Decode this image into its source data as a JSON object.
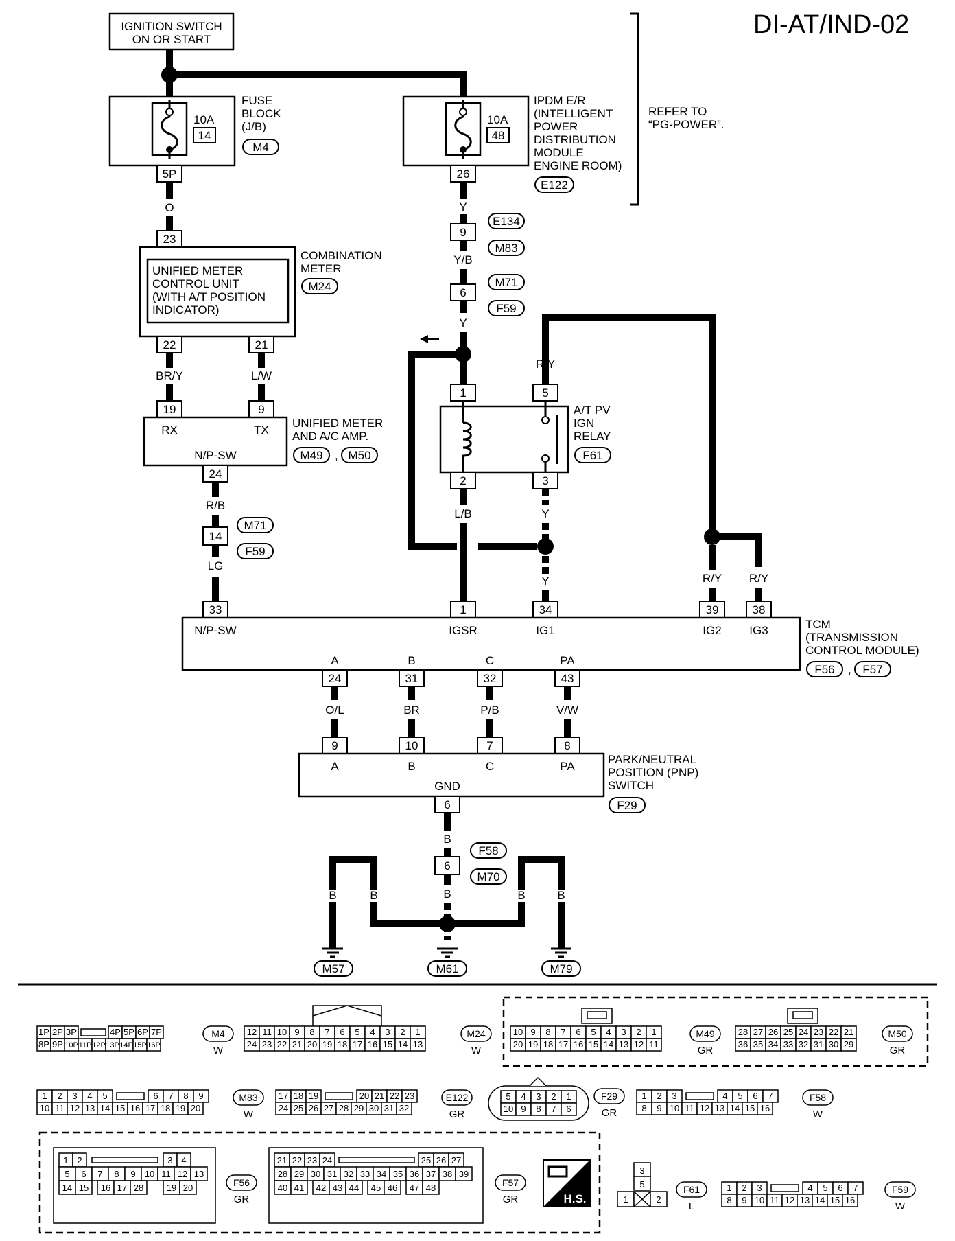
{
  "title": "DI-AT/IND-02",
  "refer": [
    "REFER TO",
    "“PG-POWER”."
  ],
  "ignition": [
    "IGNITION SWITCH",
    "ON OR START"
  ],
  "fuse_block": {
    "label": [
      "FUSE",
      "BLOCK",
      "(J/B)"
    ],
    "amp": "10A",
    "fuse_no": "14",
    "connector": "M4",
    "pin": "5P"
  },
  "ipdm": {
    "label": [
      "IPDM E/R",
      "(INTELLIGENT",
      "POWER",
      "DISTRIBUTION",
      "MODULE",
      "ENGINE ROOM)"
    ],
    "amp": "10A",
    "fuse_no": "48",
    "connector": "E122",
    "pin": "26"
  },
  "combination_meter": {
    "label": [
      "COMBINATION",
      "METER"
    ],
    "connector": "M24",
    "inner": [
      "UNIFIED METER",
      "CONTROL UNIT",
      "(WITH A/T POSITION",
      "INDICATOR)"
    ],
    "pin_in": "23",
    "pin_a": "22",
    "pin_b": "21"
  },
  "unified_amp": {
    "label": [
      "UNIFIED METER",
      "AND A/C AMP."
    ],
    "connectors": [
      "M49",
      "M50"
    ],
    "pin_rx": "19",
    "pin_tx": "9",
    "rx": "RX",
    "tx": "TX",
    "np": "N/P-SW",
    "pin_out": "24"
  },
  "relay": {
    "label": [
      "A/T PV",
      "IGN",
      "RELAY"
    ],
    "connector": "F61",
    "pins": [
      "1",
      "5",
      "2",
      "3"
    ]
  },
  "tcm": {
    "label": [
      "TCM",
      "(TRANSMISSION",
      "CONTROL MODULE)"
    ],
    "connectors": [
      "F56",
      "F57"
    ],
    "top_pins": [
      "33",
      "1",
      "34",
      "39",
      "38"
    ],
    "top_names": [
      "N/P-SW",
      "IGSR",
      "IG1",
      "IG2",
      "IG3"
    ],
    "bottom_pins": [
      "24",
      "31",
      "32",
      "43"
    ],
    "bottom_names": [
      "A",
      "B",
      "C",
      "PA"
    ]
  },
  "pnp": {
    "label": [
      "PARK/NEUTRAL",
      "POSITION (PNP)",
      "SWITCH"
    ],
    "connector": "F29",
    "pins": [
      "9",
      "10",
      "7",
      "8"
    ],
    "names": [
      "A",
      "B",
      "C",
      "PA"
    ],
    "gnd": "GND",
    "pin_gnd": "6"
  },
  "inline": {
    "e134_m83": {
      "pin": "9",
      "c1": "E134",
      "c2": "M83"
    },
    "m71_f59_a": {
      "pin": "6",
      "c1": "M71",
      "c2": "F59"
    },
    "m71_f59_b": {
      "pin": "14",
      "c1": "M71",
      "c2": "F59"
    },
    "f58_m70": {
      "pin": "6",
      "c1": "F58",
      "c2": "M70"
    }
  },
  "wires": {
    "o": "O",
    "y": "Y",
    "yb": "Y/B",
    "y2": "Y",
    "ry": "R/Y",
    "bry": "BR/Y",
    "lw": "L/W",
    "rb": "R/B",
    "lg": "LG",
    "lb": "L/B",
    "y3": "Y",
    "y4": "Y",
    "ry2": "R/Y",
    "ry3": "R/Y",
    "ol": "O/L",
    "br": "BR",
    "pb": "P/B",
    "vw": "V/W",
    "b": "B",
    "b2": "B",
    "b_l1": "B",
    "b_l2": "B",
    "b_r1": "B",
    "b_r2": "B"
  },
  "grounds": [
    "M57",
    "M61",
    "M79"
  ],
  "connector_views": {
    "m4": {
      "name": "M4",
      "color": "W",
      "top": [
        "1P",
        "2P",
        "3P",
        "4P",
        "5P",
        "6P",
        "7P"
      ],
      "bottom": [
        "8P",
        "9P",
        "10P",
        "11P",
        "12P",
        "13P",
        "14P",
        "15P",
        "16P"
      ]
    },
    "m24": {
      "name": "M24",
      "color": "W",
      "top": [
        "12",
        "11",
        "10",
        "9",
        "8",
        "7",
        "6",
        "5",
        "4",
        "3",
        "2",
        "1"
      ],
      "bottom": [
        "24",
        "23",
        "22",
        "21",
        "20",
        "19",
        "18",
        "17",
        "16",
        "15",
        "14",
        "13"
      ]
    },
    "m49": {
      "name": "M49",
      "color": "GR",
      "top": [
        "10",
        "9",
        "8",
        "7",
        "6",
        "5",
        "4",
        "3",
        "2",
        "1"
      ],
      "bottom": [
        "20",
        "19",
        "18",
        "17",
        "16",
        "15",
        "14",
        "13",
        "12",
        "11"
      ]
    },
    "m50": {
      "name": "M50",
      "color": "GR",
      "top": [
        "28",
        "27",
        "26",
        "25",
        "24",
        "23",
        "22",
        "21"
      ],
      "bottom": [
        "36",
        "35",
        "34",
        "33",
        "32",
        "31",
        "30",
        "29"
      ]
    },
    "m83": {
      "name": "M83",
      "color": "W",
      "top": [
        "1",
        "2",
        "3",
        "4",
        "5",
        "6",
        "7",
        "8",
        "9"
      ],
      "bottom": [
        "10",
        "11",
        "12",
        "13",
        "14",
        "15",
        "16",
        "17",
        "18",
        "19",
        "20"
      ]
    },
    "e122": {
      "name": "E122",
      "color": "GR",
      "top": [
        "17",
        "18",
        "19",
        "20",
        "21",
        "22",
        "23"
      ],
      "bottom": [
        "24",
        "25",
        "26",
        "27",
        "28",
        "29",
        "30",
        "31",
        "32"
      ]
    },
    "f29": {
      "name": "F29",
      "color": "GR",
      "top": [
        "5",
        "4",
        "3",
        "2",
        "1"
      ],
      "bottom": [
        "10",
        "9",
        "8",
        "7",
        "6"
      ]
    },
    "f58": {
      "name": "F58",
      "color": "W",
      "top": [
        "1",
        "2",
        "3",
        "4",
        "5",
        "6",
        "7"
      ],
      "bottom": [
        "8",
        "9",
        "10",
        "11",
        "12",
        "13",
        "14",
        "15",
        "16"
      ]
    },
    "f56": {
      "name": "F56",
      "color": "GR",
      "row1": [
        "1",
        "2",
        "3",
        "4"
      ],
      "row2": [
        "5",
        "6",
        "7",
        "8",
        "9",
        "10",
        "11",
        "12",
        "13"
      ],
      "row3": [
        "14",
        "15",
        "16",
        "17",
        "28",
        "19",
        "20"
      ]
    },
    "f57": {
      "name": "F57",
      "color": "GR",
      "row1": [
        "21",
        "22",
        "23",
        "24",
        "25",
        "26",
        "27"
      ],
      "row2": [
        "28",
        "29",
        "30",
        "31",
        "32",
        "33",
        "34",
        "35",
        "36",
        "37",
        "38",
        "39"
      ],
      "row3": [
        "40",
        "41",
        "42",
        "43",
        "44",
        "45",
        "46",
        "47",
        "48"
      ]
    },
    "f61": {
      "name": "F61",
      "color": "L",
      "pins": [
        "3",
        "5",
        "1",
        "2"
      ]
    },
    "f59": {
      "name": "F59",
      "color": "W",
      "top": [
        "1",
        "2",
        "3",
        "4",
        "5",
        "6",
        "7"
      ],
      "bottom": [
        "8",
        "9",
        "10",
        "11",
        "12",
        "13",
        "14",
        "15",
        "16"
      ]
    }
  },
  "hs_logo": "H.S."
}
